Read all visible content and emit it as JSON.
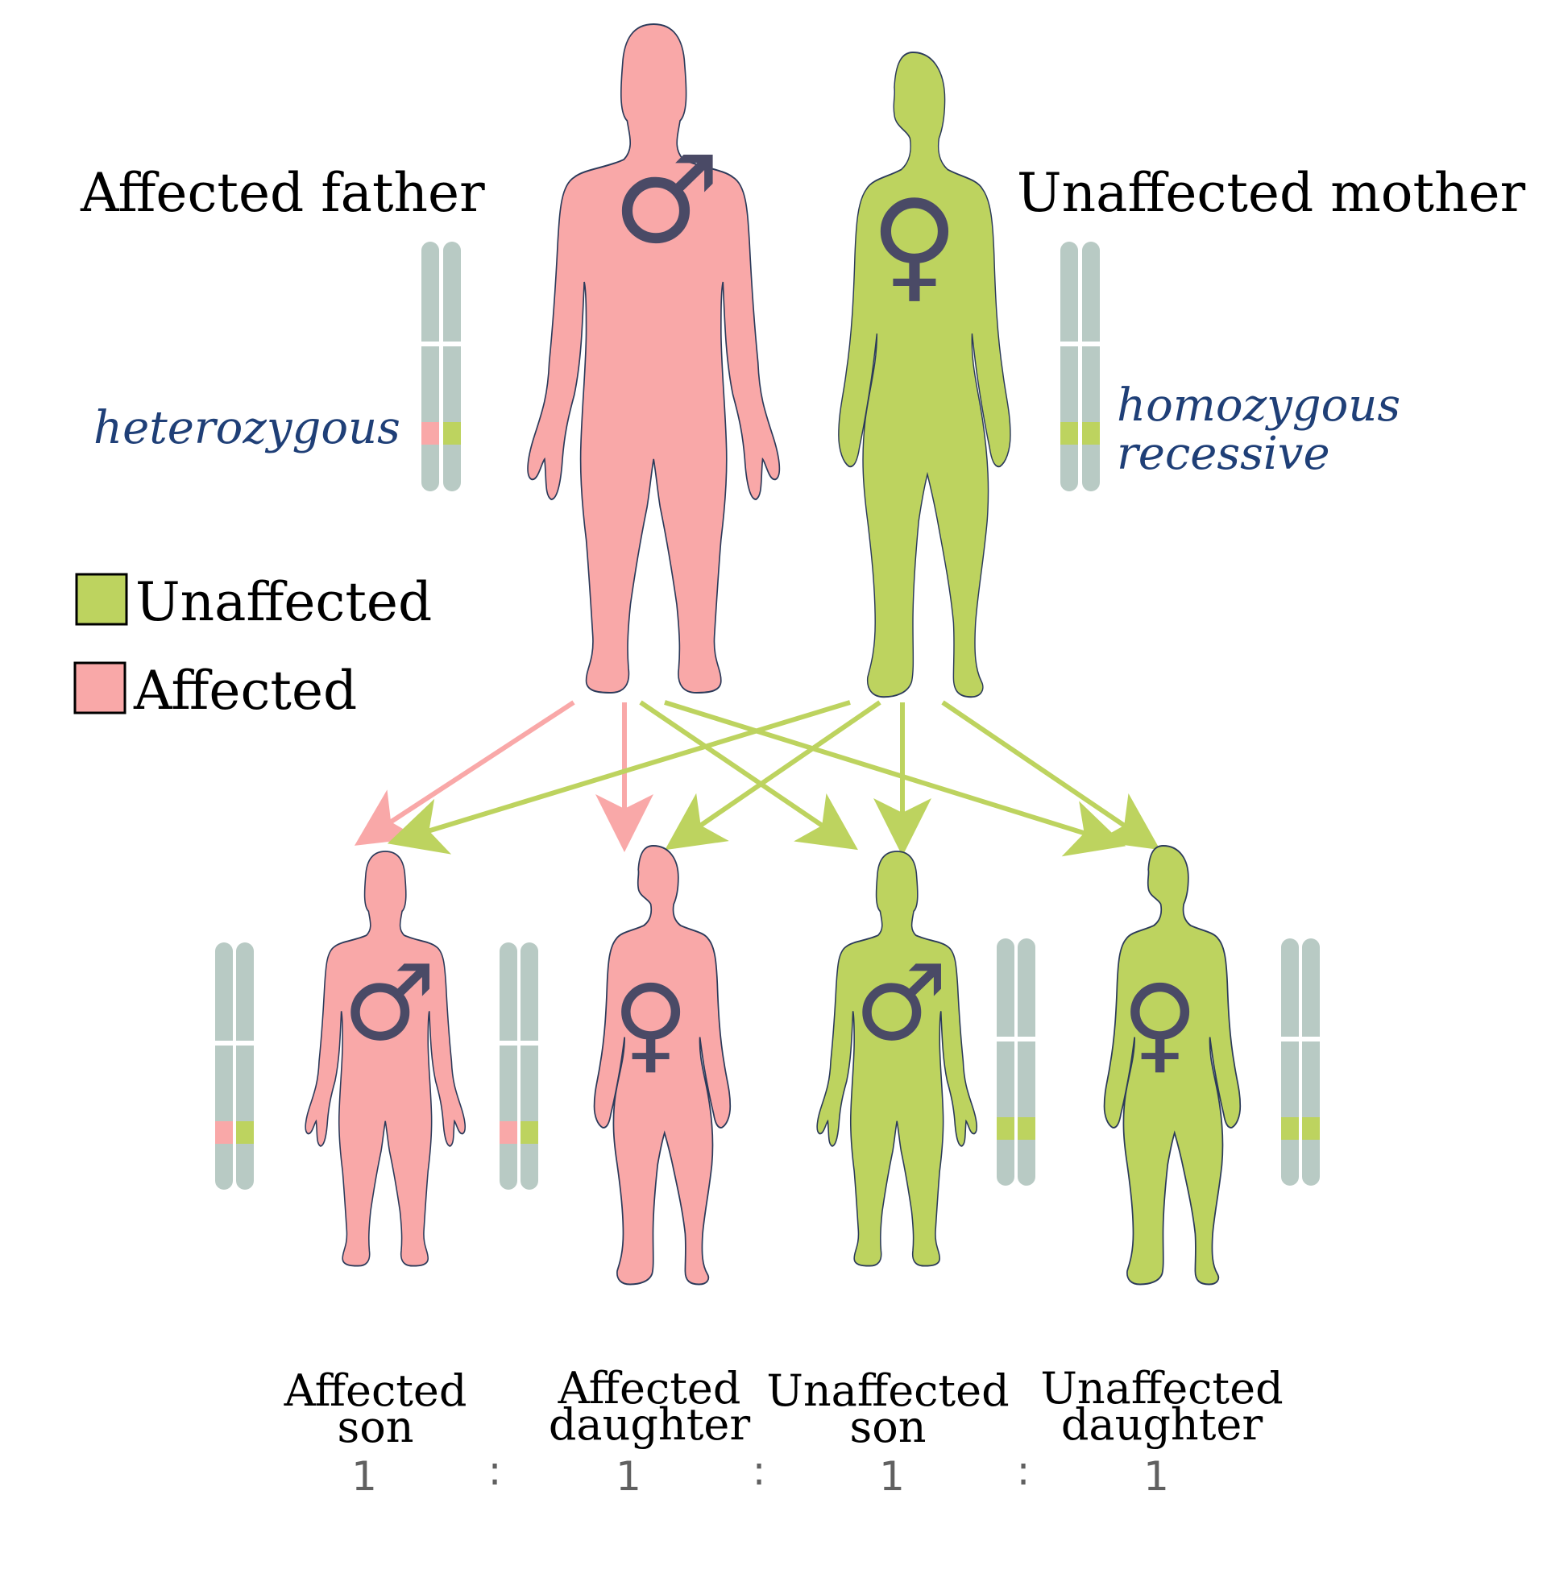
{
  "parents": {
    "father": {
      "title": "Affected father",
      "zygosity": "heterozygous",
      "symbol": "♂",
      "icon": "male-body-icon"
    },
    "mother": {
      "title": "Unaffected mother",
      "zygosity_line1": "homozygous",
      "zygosity_line2": "recessive",
      "symbol": "♀",
      "icon": "female-body-icon"
    }
  },
  "legend": {
    "unaffected": "Unaffected",
    "affected": "Affected"
  },
  "children": [
    {
      "line1": "Affected",
      "line2": "son",
      "ratio": "1",
      "symbol": "♂"
    },
    {
      "line1": "Affected",
      "line2": "daughter",
      "ratio": "1",
      "symbol": "♀"
    },
    {
      "line1": "Unaffected",
      "line2": "son",
      "ratio": "1",
      "symbol": "♂"
    },
    {
      "line1": "Unaffected",
      "line2": "daughter",
      "ratio": "1",
      "symbol": "♀"
    }
  ],
  "ratio_separator": ":",
  "colors": {
    "affected": "#f9a8a8",
    "unaffected": "#bdd35f",
    "chromosome": "#b8cac4",
    "symbol": "#4a4a66",
    "zygosity_text": "#1f3f77",
    "body_outline": "#2b3a5a"
  }
}
